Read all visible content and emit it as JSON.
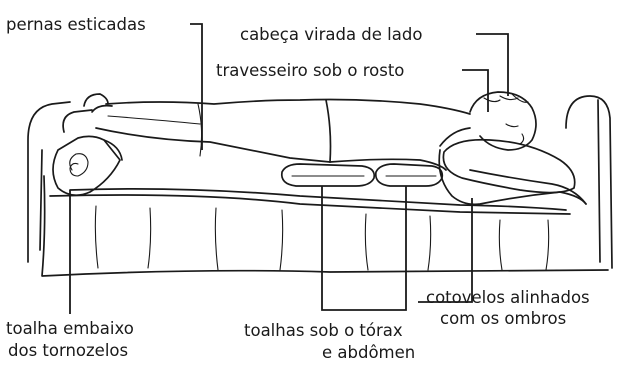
{
  "labels": {
    "legs": "pernas esticadas",
    "head": "cabeça virada de lado",
    "pillow": "travesseiro sob o rosto",
    "elbows_line1": "cotovelos alinhados",
    "elbows_line2": "com os ombros",
    "towel_ankles_line1": "toalha embaixo",
    "towel_ankles_line2": "dos tornozelos",
    "towels_chest_line1": "toalhas sob o tórax",
    "towels_chest_line2": "e abdômen"
  }
}
